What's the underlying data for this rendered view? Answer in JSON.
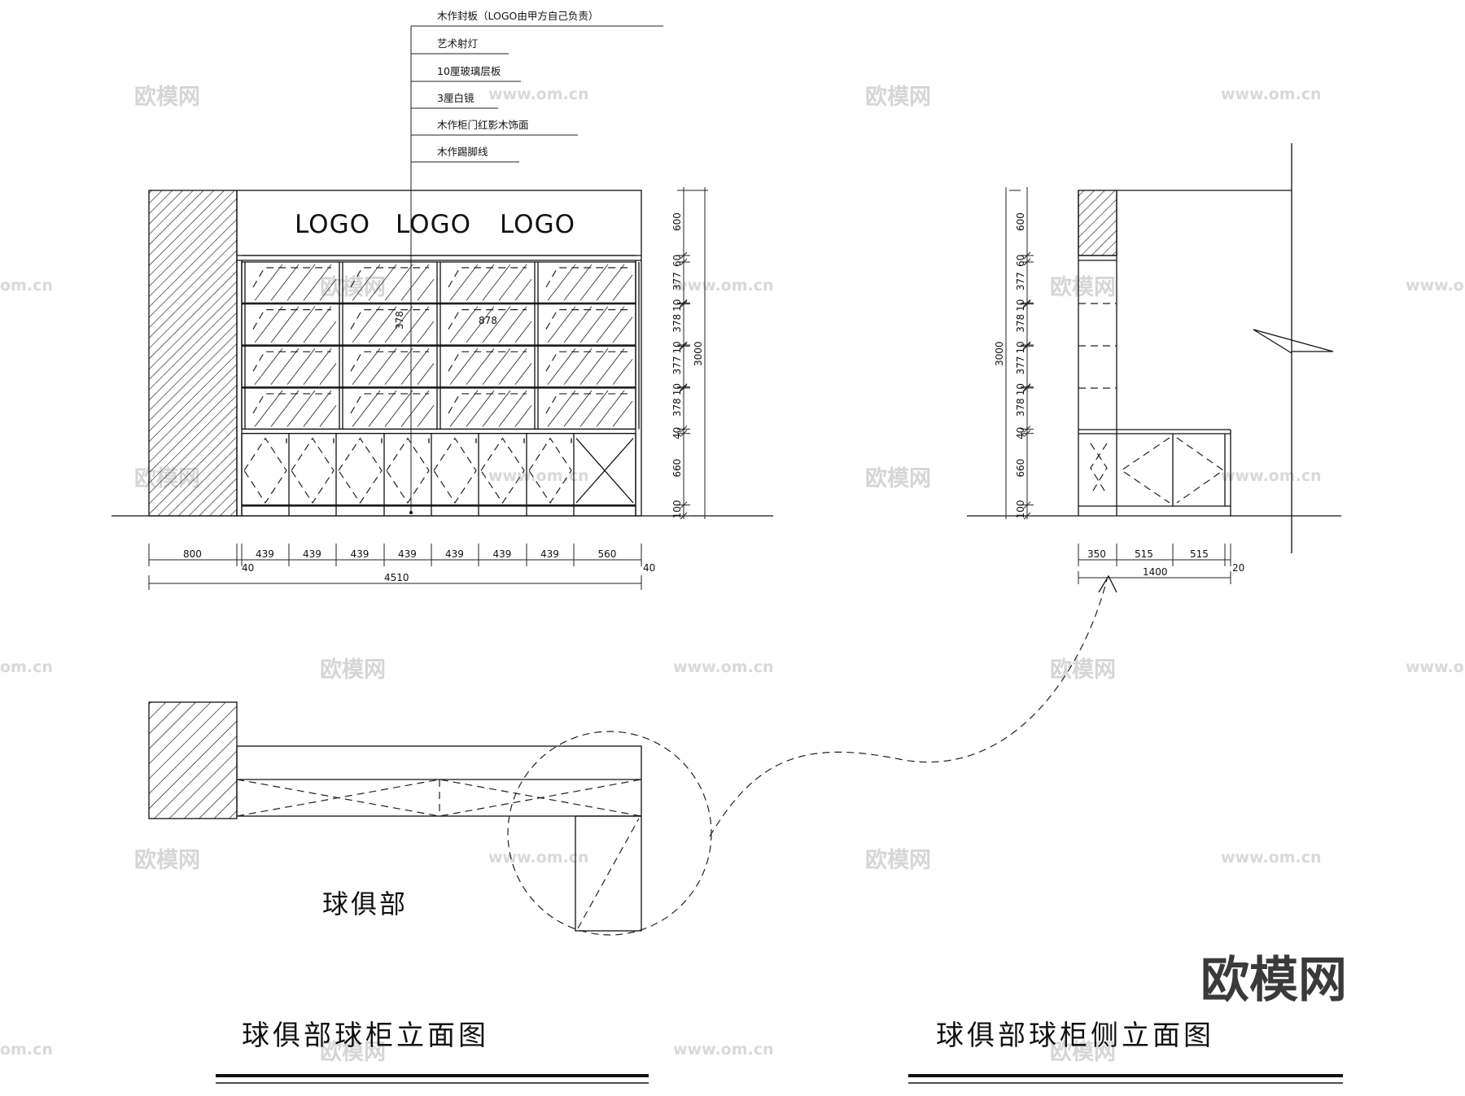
{
  "callouts": [
    "木作封板（LOGO由甲方自己负责）",
    "艺术射灯",
    "10厘玻璃层板",
    "3厘白镜",
    "木作柜门红影木饰面",
    "木作踢脚线"
  ],
  "logo_text": "LOGO",
  "front": {
    "title": "球俱部球柜立面图",
    "height_dims": [
      "600",
      "60",
      "377",
      "10",
      "378",
      "10",
      "377",
      "10",
      "378",
      "40",
      "660",
      "100"
    ],
    "total_height": "3000",
    "inner_dims": [
      "378",
      "878"
    ],
    "width_dims": [
      "800",
      "439",
      "439",
      "439",
      "439",
      "439",
      "439",
      "439",
      "560"
    ],
    "side_gaps": [
      "40",
      "40"
    ],
    "total_width": "4510"
  },
  "side": {
    "title": "球俱部球柜侧立面图",
    "height_dims": [
      "600",
      "60",
      "377",
      "10",
      "378",
      "10",
      "377",
      "10",
      "378",
      "40",
      "660",
      "100"
    ],
    "total_height": "3000",
    "width_dims": [
      "350",
      "515",
      "515"
    ],
    "gap": "20",
    "total_width": "1400"
  },
  "plan": {
    "label": "球俱部"
  },
  "watermarks": {
    "brand": "欧模网",
    "url": "www.om.cn",
    "url_partial": [
      "om.cn",
      "www.om"
    ]
  }
}
